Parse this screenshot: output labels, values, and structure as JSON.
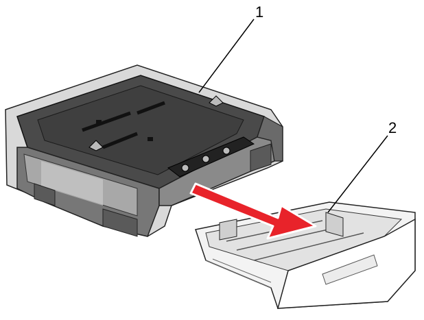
{
  "callouts": [
    {
      "number": "1",
      "target": "tray-housing"
    },
    {
      "number": "2",
      "target": "paper-tray"
    }
  ],
  "colors": {
    "housing_light": "#d6d6d6",
    "housing_mid": "#8f8f8f",
    "housing_dark": "#5e5e5e",
    "housing_top": "#4a4a4a",
    "tray_body": "#f2f2f2",
    "tray_outline": "#222222",
    "arrow": "#e8232a",
    "arrow_outline": "#ffffff"
  }
}
